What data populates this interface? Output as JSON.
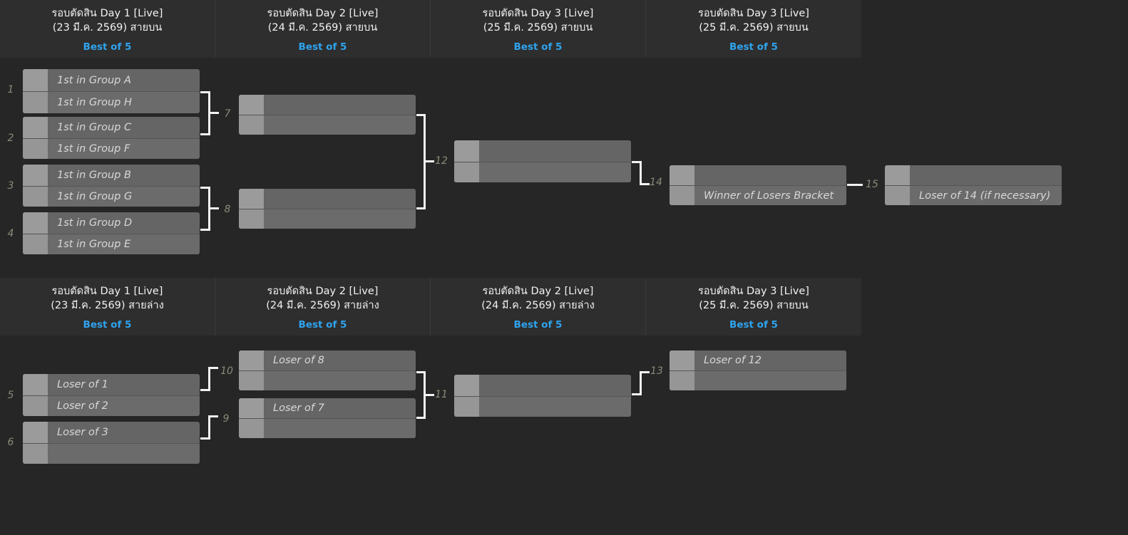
{
  "headers": {
    "upper": [
      {
        "title": "รอบตัดสิน Day 1 [Live]",
        "sub": "(23 มี.ค. 2569) สายบน",
        "bo": "Best of 5"
      },
      {
        "title": "รอบตัดสิน Day 2 [Live]",
        "sub": "(24 มี.ค. 2569) สายบน",
        "bo": "Best of 5"
      },
      {
        "title": "รอบตัดสิน Day 3 [Live]",
        "sub": "(25 มี.ค. 2569) สายบน",
        "bo": "Best of 5"
      },
      {
        "title": "รอบตัดสิน Day 3 [Live]",
        "sub": "(25 มี.ค. 2569) สายบน",
        "bo": "Best of 5"
      }
    ],
    "lower": [
      {
        "title": "รอบตัดสิน Day 1 [Live]",
        "sub": "(23 มี.ค. 2569) สายล่าง",
        "bo": "Best of 5"
      },
      {
        "title": "รอบตัดสิน Day 2 [Live]",
        "sub": "(24 มี.ค. 2569) สายล่าง",
        "bo": "Best of 5"
      },
      {
        "title": "รอบตัดสิน Day 2 [Live]",
        "sub": "(24 มี.ค. 2569) สายล่าง",
        "bo": "Best of 5"
      },
      {
        "title": "รอบตัดสิน Day 3 [Live]",
        "sub": "(25 มี.ค. 2569) สายบน",
        "bo": "Best of 5"
      }
    ]
  },
  "matches": {
    "m1": {
      "num": "1",
      "top": "1st in Group A",
      "bottom": "1st in Group H",
      "top_score": "",
      "bottom_score": ""
    },
    "m2": {
      "num": "2",
      "top": "1st in Group C",
      "bottom": "1st in Group F",
      "top_score": "",
      "bottom_score": ""
    },
    "m3": {
      "num": "3",
      "top": "1st in Group B",
      "bottom": "1st in Group G",
      "top_score": "",
      "bottom_score": ""
    },
    "m4": {
      "num": "4",
      "top": "1st in Group D",
      "bottom": "1st in Group E",
      "top_score": "",
      "bottom_score": ""
    },
    "m5": {
      "num": "5",
      "top": "Loser of 1",
      "bottom": "Loser of 2",
      "top_score": "",
      "bottom_score": ""
    },
    "m6": {
      "num": "6",
      "top": "Loser of 3",
      "bottom": "",
      "top_score": "",
      "bottom_score": ""
    },
    "m7": {
      "num": "7",
      "top": "",
      "bottom": "",
      "top_score": "",
      "bottom_score": ""
    },
    "m8": {
      "num": "8",
      "top": "",
      "bottom": "",
      "top_score": "",
      "bottom_score": ""
    },
    "m9": {
      "num": "9",
      "top": "Loser of 7",
      "bottom": "",
      "top_score": "",
      "bottom_score": ""
    },
    "m10": {
      "num": "10",
      "top": "Loser of 8",
      "bottom": "",
      "top_score": "",
      "bottom_score": ""
    },
    "m11": {
      "num": "11",
      "top": "",
      "bottom": "",
      "top_score": "",
      "bottom_score": ""
    },
    "m12": {
      "num": "12",
      "top": "",
      "bottom": "",
      "top_score": "",
      "bottom_score": ""
    },
    "m13": {
      "num": "13",
      "top": "Loser of 12",
      "bottom": "",
      "top_score": "",
      "bottom_score": ""
    },
    "m14": {
      "num": "14",
      "top": "",
      "bottom": "Winner of Losers Bracket",
      "top_score": "",
      "bottom_score": ""
    },
    "m15": {
      "num": "15",
      "top": "",
      "bottom": "Loser of 14 (if necessary)",
      "top_score": "",
      "bottom_score": ""
    }
  },
  "colors": {
    "page_bg": "#262626",
    "header_bg": "#2e2e2e",
    "accent_blue": "#2fa4ef",
    "slot_bg": "#656565",
    "score_bg": "#9b9b9b",
    "connector": "#f2f2f2",
    "match_num": "#8a8a7a"
  }
}
